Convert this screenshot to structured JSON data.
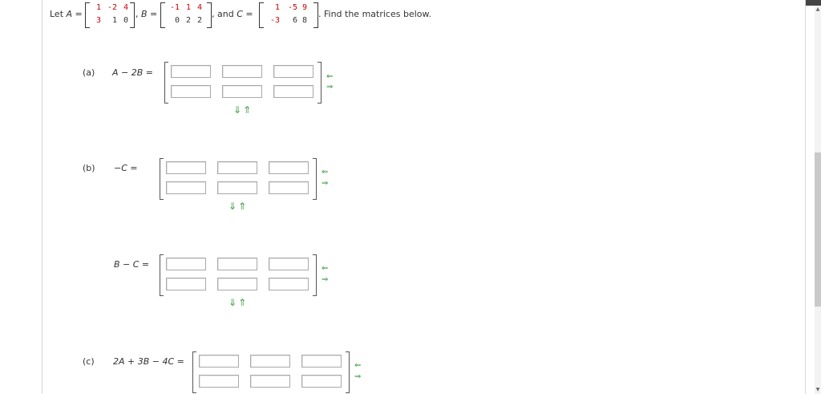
{
  "problem": {
    "let_text": "Let ",
    "A_label": "A",
    "eq": " =",
    "B_label": "B",
    "and_text": ", and ",
    "C_label": "C",
    "find_text": ". Find the matrices below.",
    "comma": ","
  },
  "matrix_A": [
    [
      "1",
      "-2",
      "4"
    ],
    [
      "3",
      "1",
      "0"
    ]
  ],
  "matrix_B": [
    [
      "-1",
      "1",
      "4"
    ],
    [
      "0",
      "2",
      "2"
    ]
  ],
  "matrix_C": [
    [
      "1",
      "-5",
      "9"
    ],
    [
      "-3",
      "6",
      "8"
    ]
  ],
  "parts": {
    "a_label": "(a)",
    "a_expr": "A − 2B  =",
    "b_label": "(b)",
    "b_expr": "−C  =",
    "b2_expr": "B − C  =",
    "c_label": "(c)",
    "c_expr": "2A + 3B − 4C  ="
  },
  "icons": {
    "left_arrow": "⇐",
    "right_arrow": "⇒",
    "down_arrow": "⇓",
    "up_arrow": "⇑",
    "dropdown": "▾",
    "scroll_up": "▲",
    "scroll_down": "▼"
  },
  "colors": {
    "given_entries": "#cc0000",
    "arrows": "#3a9a3a",
    "progress": "#3b8fd9"
  }
}
